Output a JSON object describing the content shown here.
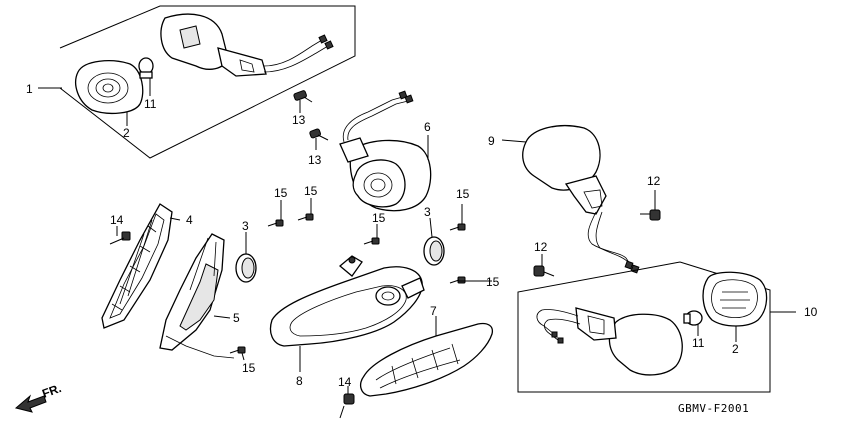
{
  "diagram": {
    "code": "GBMV-F2001",
    "direction_label": "FR.",
    "callouts": {
      "c1": "1",
      "c2a": "2",
      "c11a": "11",
      "c13a": "13",
      "c13b": "13",
      "c6": "6",
      "c9": "9",
      "c12a": "12",
      "c15a": "15",
      "c15b": "15",
      "c14a": "14",
      "c4": "4",
      "c3a": "3",
      "c15c": "15",
      "c3b": "3",
      "c15d": "15",
      "c12b": "12",
      "c15e": "15",
      "c5": "5",
      "c15f": "15",
      "c8": "8",
      "c7": "7",
      "c14b": "14",
      "c10": "10",
      "c11b": "11",
      "c2b": "2"
    }
  }
}
